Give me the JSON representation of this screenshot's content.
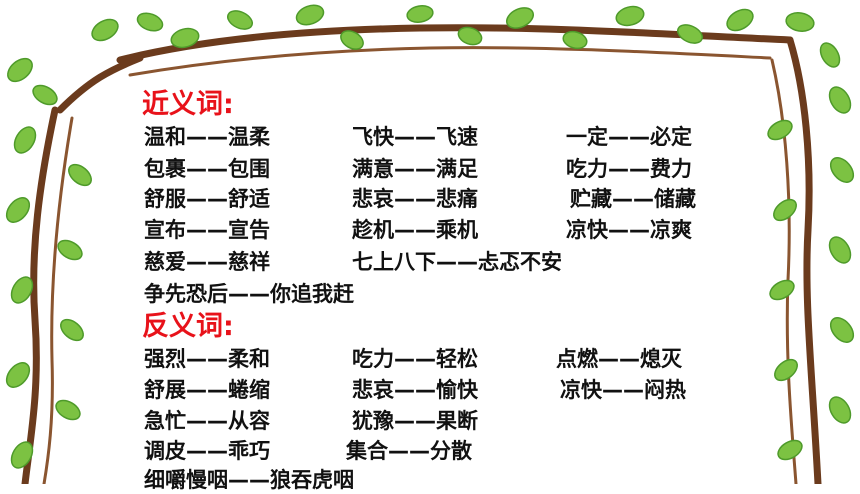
{
  "synonyms": {
    "heading": "近义词:",
    "pairs": [
      "温和——温柔",
      "飞快——飞速",
      "一定——必定",
      "包裹——包围",
      "满意——满足",
      "吃力——费力",
      "舒服——舒适",
      "悲哀——悲痛",
      "贮藏——储藏",
      "宣布——宣告",
      "趁机——乘机",
      "凉快——凉爽",
      "慈爱——慈祥",
      "七上八下——忐忑不安",
      "争先恐后——你追我赶"
    ]
  },
  "antonyms": {
    "heading": "反义词:",
    "pairs": [
      "强烈——柔和",
      "吃力——轻松",
      "点燃——熄灭",
      "舒展——蜷缩",
      "悲哀——愉快",
      "凉快——闷热",
      "急忙——从容",
      "犹豫——果断",
      "调皮——乖巧",
      "集合——分散",
      "细嚼慢咽——狼吞虎咽"
    ]
  },
  "colors": {
    "heading": "#e8121a",
    "text": "#111111",
    "vine": "#6b3b1d",
    "leaf": "#7cc242",
    "leaf_dark": "#4e9a2a"
  }
}
